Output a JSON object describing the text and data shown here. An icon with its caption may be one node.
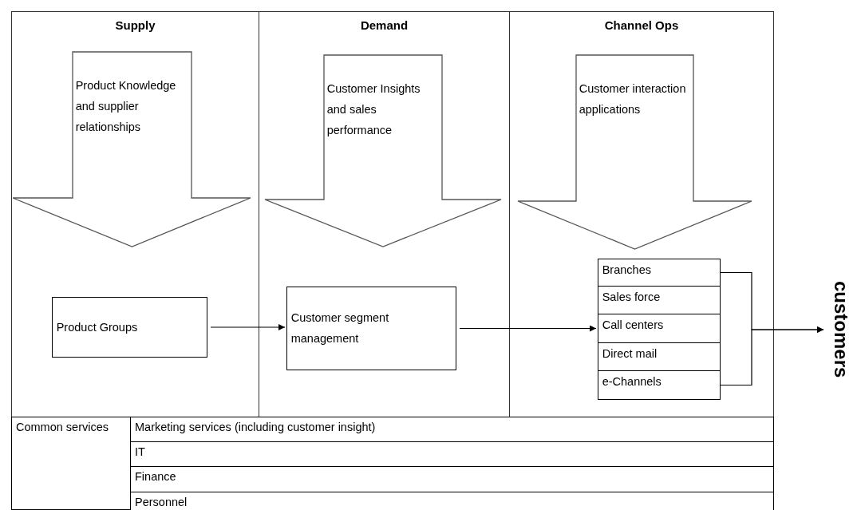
{
  "diagram": {
    "nodes": [
      {
        "text": [
          "Supply"
        ]
      },
      {
        "text": [
          "Demand"
        ]
      },
      {
        "text": [
          "Channel Ops"
        ]
      },
      {
        "text": [
          "Product Knowledge and supplier relationships"
        ],
        "in": 0
      },
      {
        "text": [
          "Customer Insights and sales performance"
        ],
        "in": 1
      },
      {
        "text": [
          "Customer interaction applications"
        ],
        "in": 2
      },
      {
        "text": [
          "Product Groups"
        ],
        "in": 0
      },
      {
        "text": [
          "Customer segment management"
        ],
        "in": 1
      },
      {
        "text": [
          "Branches"
        ],
        "in": 2
      },
      {
        "text": [
          "Sales force"
        ],
        "in": 2
      },
      {
        "text": [
          "Call centers"
        ],
        "in": 2
      },
      {
        "text": [
          "Direct mail"
        ],
        "in": 2
      },
      {
        "text": [
          "e-Channels"
        ],
        "in": 2
      },
      {
        "text": [
          "customers"
        ]
      }
    ],
    "edges": [
      {
        "from": 6,
        "to": 7,
        "arrow": "to"
      },
      {
        "from": 7,
        "to": 10,
        "arrow": "to"
      },
      {
        "from": 8,
        "to": 13,
        "arrow": "to"
      },
      {
        "from": 12,
        "to": 13,
        "arrow": "to"
      }
    ],
    "labels": [
      "Common services",
      "Marketing services (including customer insight)",
      "IT",
      "Finance",
      "Personnel"
    ]
  }
}
